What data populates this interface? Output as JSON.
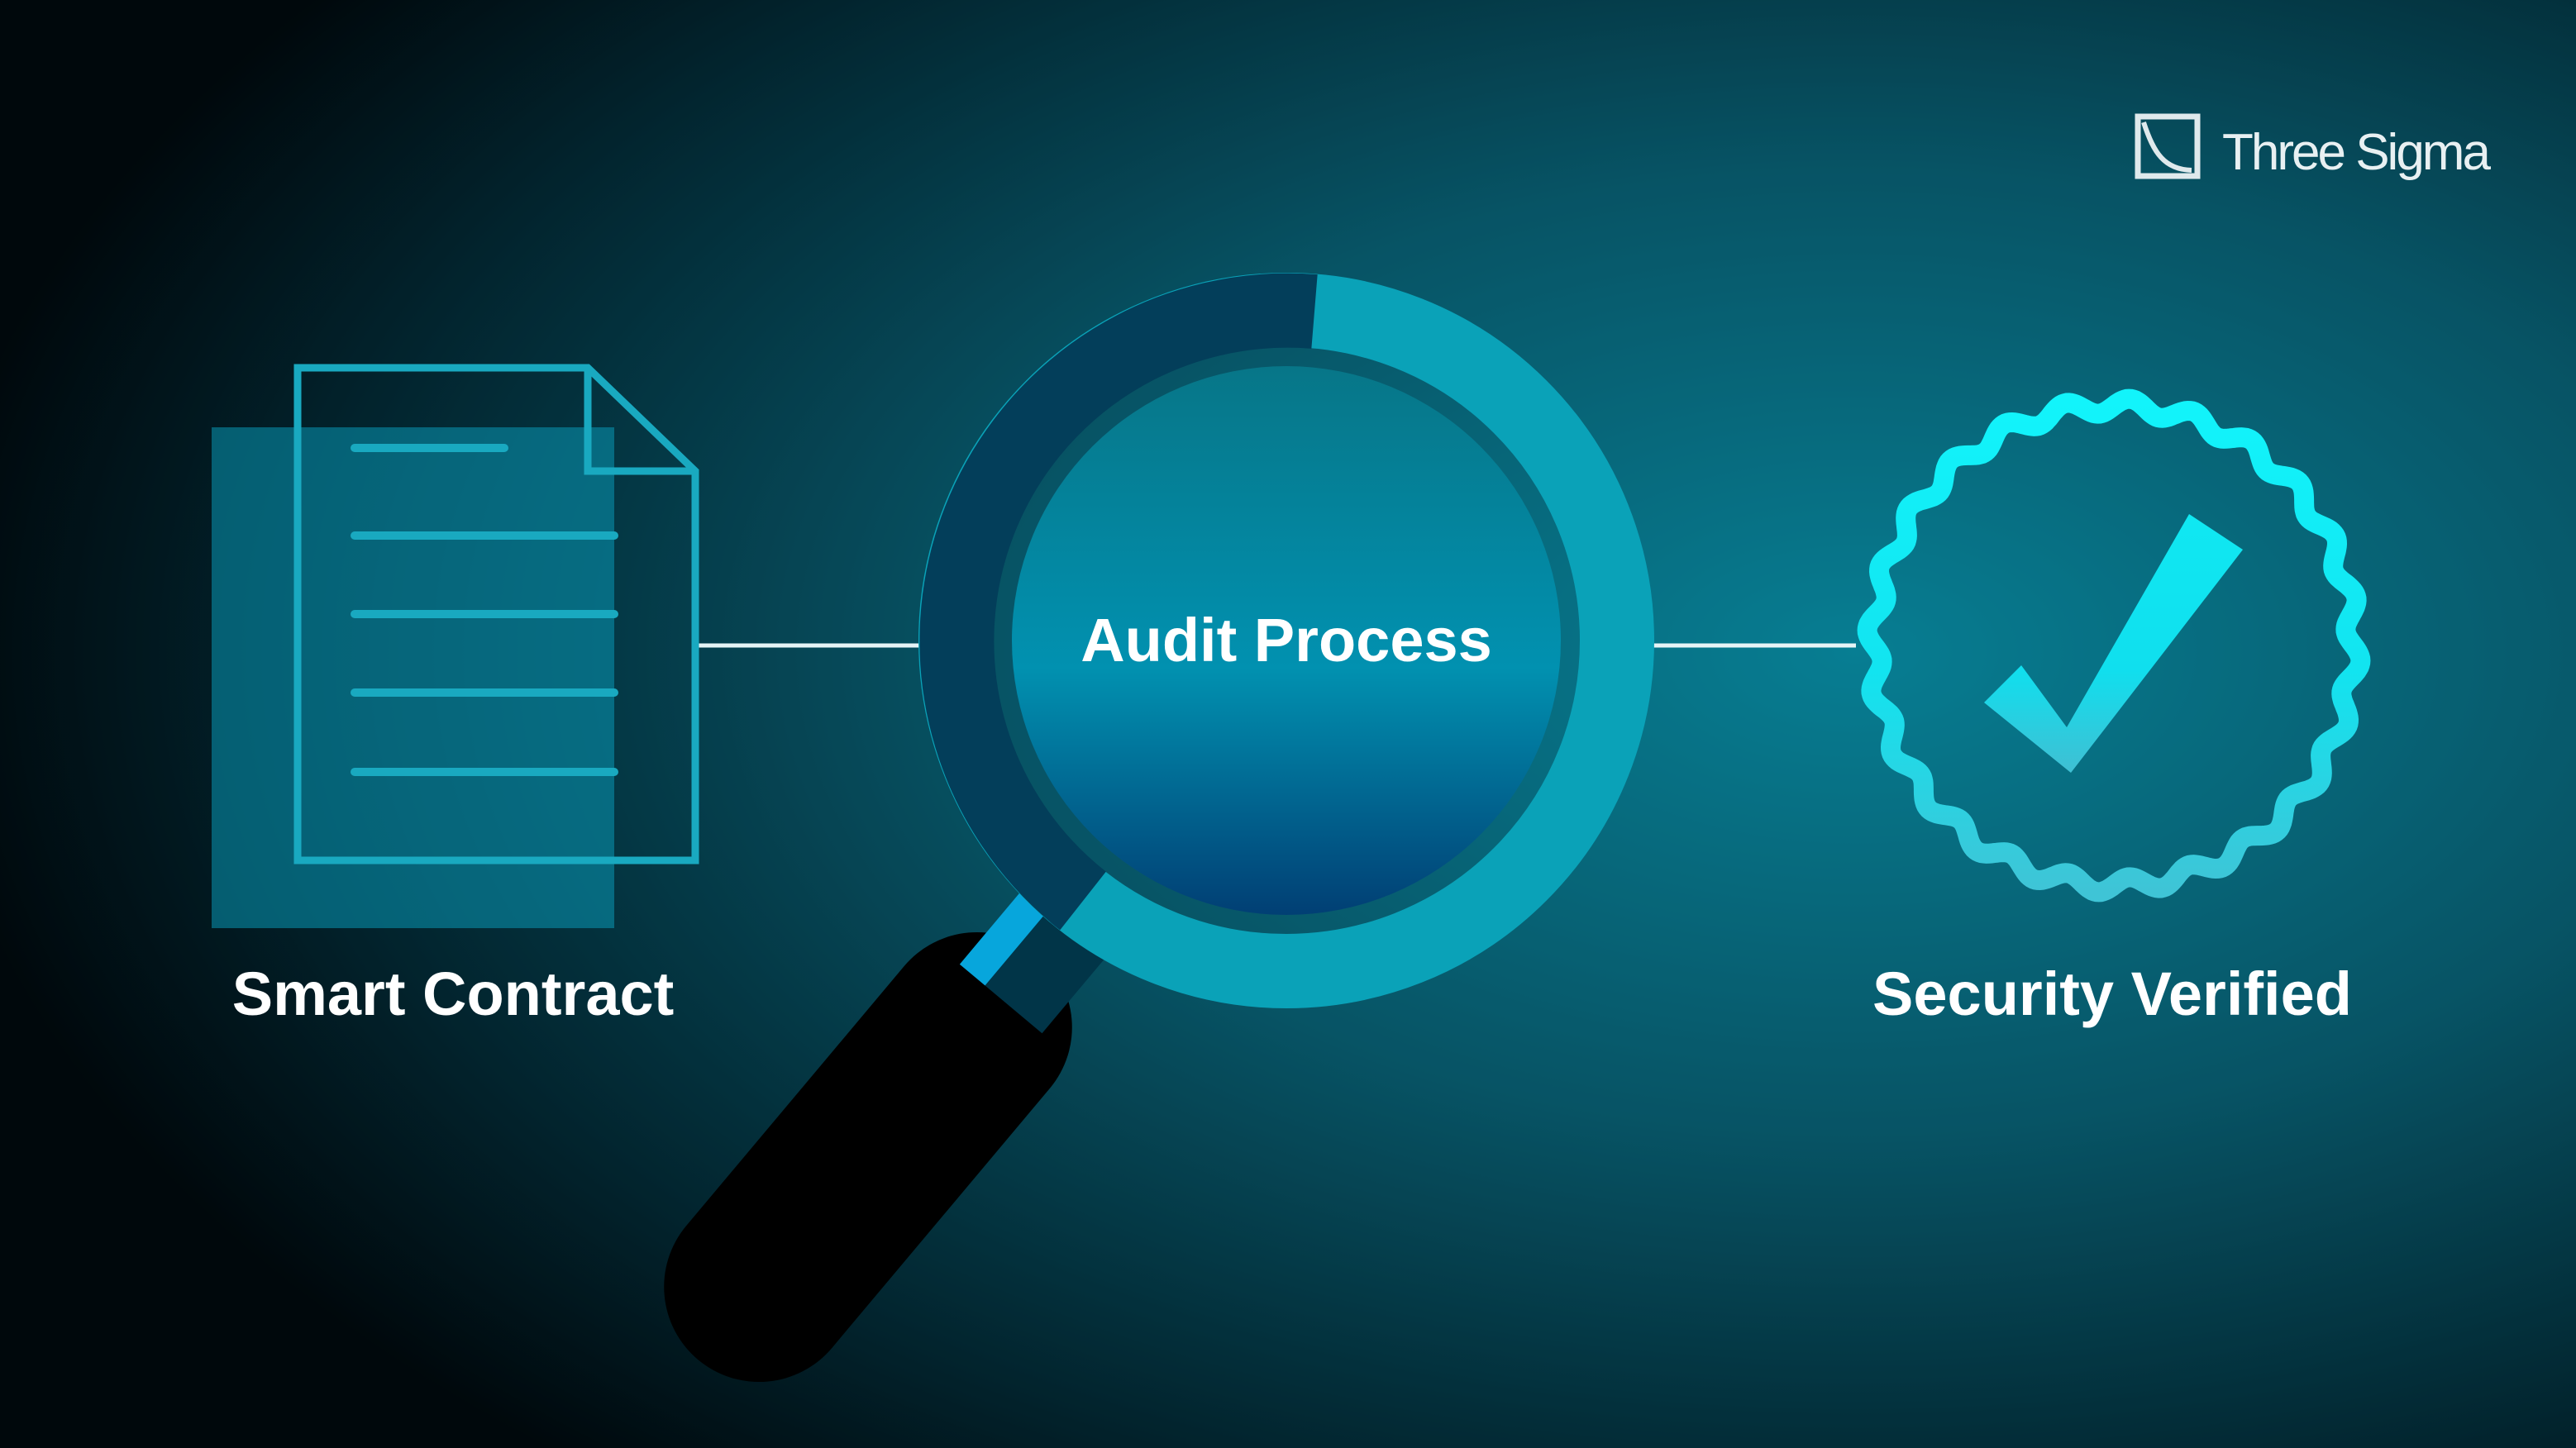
{
  "brand": {
    "name": "Three Sigma"
  },
  "nodes": {
    "left_label": "Smart Contract",
    "center_label": "Audit Process",
    "right_label": "Security Verified"
  },
  "colors": {
    "accent_cyan": "#14e6f0",
    "doc_stroke": "#19a9c0",
    "ring_light": "#0aa7bd",
    "ring_dark": "#003a5c"
  }
}
